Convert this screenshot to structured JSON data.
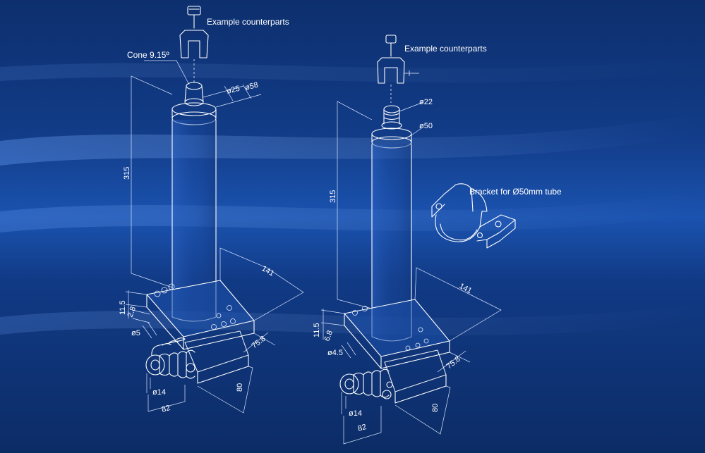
{
  "left_unit": {
    "counterparts_label": "Example counterparts",
    "cone_label": "Cone 9.15º",
    "dia_25": "ø25",
    "dia_58": "ø58",
    "height": "315",
    "base_length": "141",
    "base_width": "75.8",
    "dim_11_5": "11.5",
    "dim_2_8": "2.8",
    "dia_5": "ø5",
    "dia_14": "ø14",
    "dim_82": "82",
    "dim_80": "80"
  },
  "right_unit": {
    "counterparts_label": "Example counterparts",
    "dia_22": "ø22",
    "dia_50": "ø50",
    "height": "315",
    "base_length": "141",
    "base_width": "75.8",
    "dim_11_5": "11.5",
    "dim_6_8": "6.8",
    "dia_4_5": "ø4.5",
    "dia_14": "ø14",
    "dim_82": "82",
    "dim_80": "80"
  },
  "bracket": {
    "label": "Bracket for Ø50mm tube"
  },
  "colors": {
    "background": "#1b53b0",
    "line": "#ffffff"
  }
}
